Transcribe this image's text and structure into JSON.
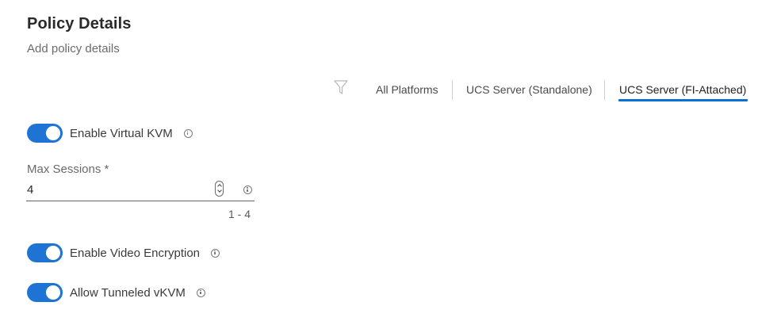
{
  "header": {
    "title": "Policy Details",
    "subtitle": "Add policy details"
  },
  "platform_filter": {
    "icon": "filter-icon",
    "tabs": [
      {
        "label": "All Platforms",
        "active": false
      },
      {
        "label": "UCS Server (Standalone)",
        "active": false
      },
      {
        "label": "UCS Server (FI-Attached)",
        "active": true
      }
    ],
    "active_color": "#0d6fd1"
  },
  "form": {
    "enable_virtual_kvm": {
      "label": "Enable Virtual KVM",
      "enabled": true,
      "info_icon": "info-icon"
    },
    "max_sessions": {
      "label": "Max Sessions *",
      "value": "4",
      "range_hint": "1 - 4",
      "info_icon": "info-icon"
    },
    "enable_video_encryption": {
      "label": "Enable Video Encryption",
      "enabled": true,
      "info_icon": "info-icon"
    },
    "allow_tunneled_vkvm": {
      "label": "Allow Tunneled vKVM",
      "enabled": true,
      "info_icon": "info-icon"
    }
  },
  "colors": {
    "toggle_on": "#1d74d4"
  }
}
